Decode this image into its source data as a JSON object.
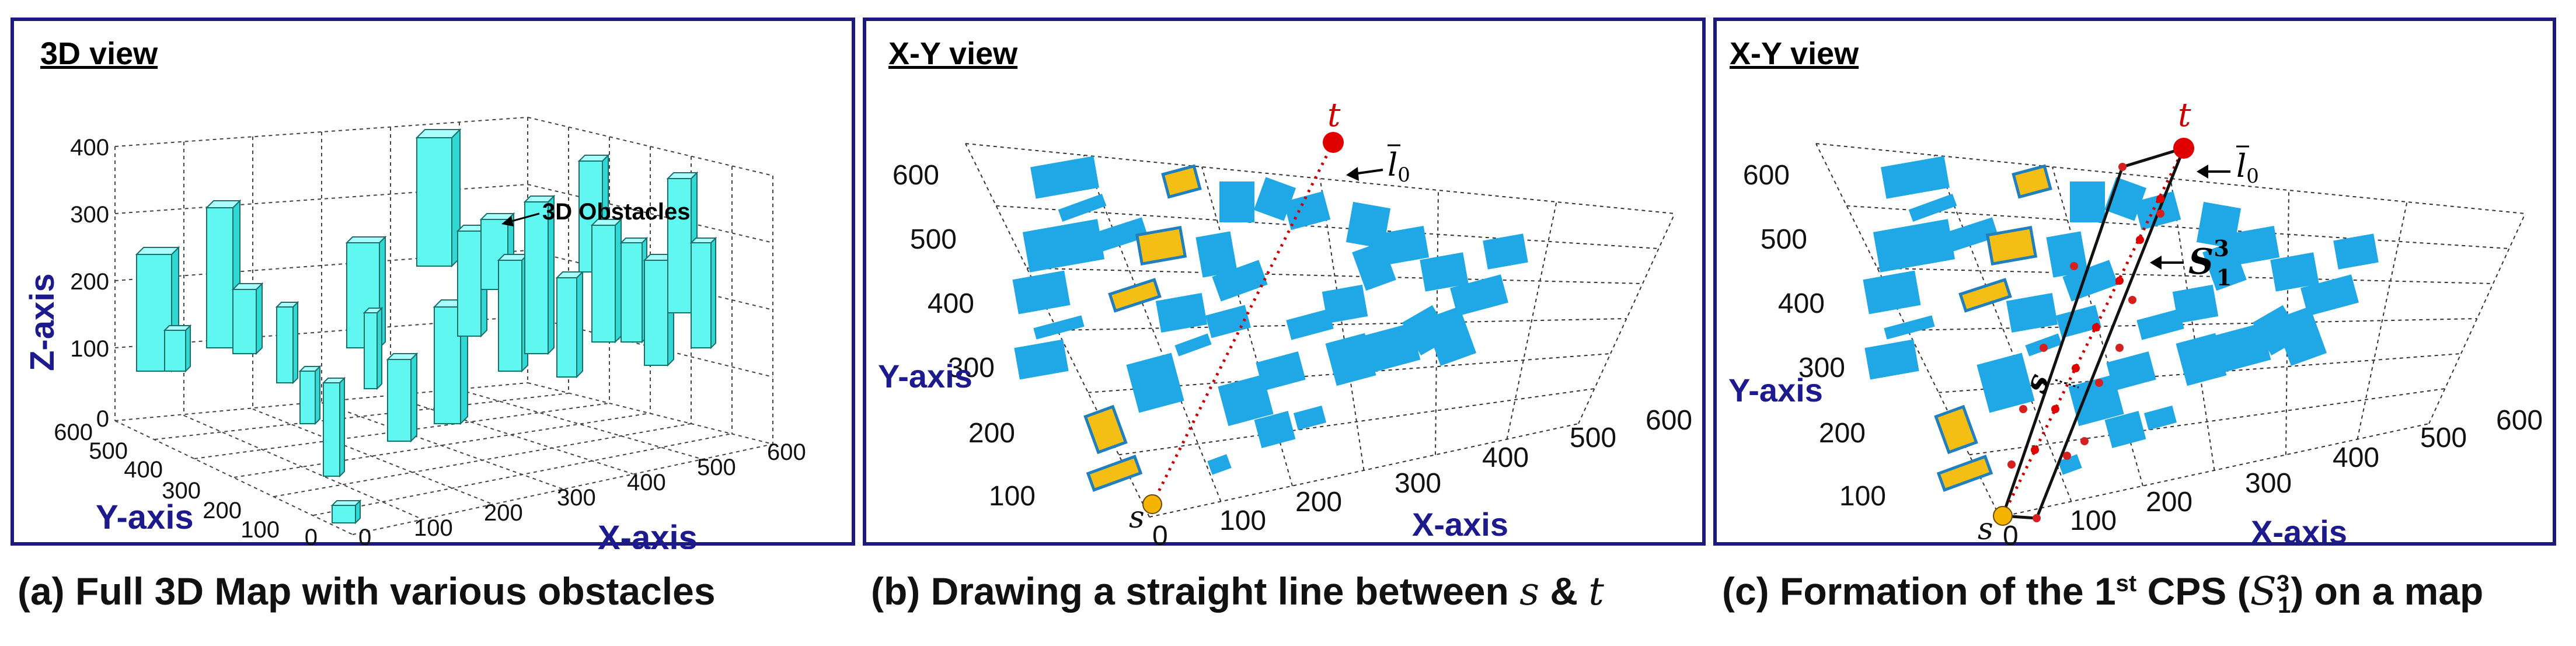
{
  "panels": {
    "a": {
      "title": "3D view",
      "z_axis_label": "Z-axis",
      "y_axis_label": "Y-axis",
      "x_axis_label": "X-axis",
      "z_ticks": [
        "400",
        "300",
        "200",
        "100",
        "0"
      ],
      "y_ticks": [
        "600",
        "500",
        "400",
        "300",
        "200",
        "100",
        "0"
      ],
      "x_ticks": [
        "0",
        "100",
        "200",
        "300",
        "400",
        "500",
        "600"
      ],
      "annotation": "3D Obstacles",
      "caption": "(a) Full 3D Map with various obstacles",
      "colors": {
        "obstacle": "#5ff7f0",
        "obstacle_edge": "#1b6f6b"
      }
    },
    "b": {
      "title": "X-Y view",
      "y_axis_label": "Y-axis",
      "x_axis_label": "X-axis",
      "y_ticks": [
        "600",
        "500",
        "400",
        "300",
        "200",
        "100"
      ],
      "x_ticks": [
        "0",
        "100",
        "200",
        "300",
        "400",
        "500",
        "600"
      ],
      "s_label": "s",
      "t_label": "t",
      "line_label": "l",
      "line_label_sub": "0",
      "caption_pre": "(b) Drawing a straight line between ",
      "caption_s": "s",
      "caption_mid": " & ",
      "caption_t": "t",
      "colors": {
        "obstacle": "#1fa8e5",
        "hit_obstacle": "#f5be14",
        "line": "#cc0000",
        "s_point": "#f5b400",
        "t_point": "#e00000"
      }
    },
    "c": {
      "title": "X-Y view",
      "y_axis_label": "Y-axis",
      "x_axis_label": "X-axis",
      "y_ticks": [
        "600",
        "500",
        "400",
        "300",
        "200",
        "100"
      ],
      "x_ticks": [
        "0",
        "100",
        "200",
        "300",
        "400",
        "500",
        "600"
      ],
      "s_label": "s",
      "t_label": "t",
      "line_label": "l",
      "line_label_sub": "0",
      "cps_label": "S",
      "cps_sup": "3",
      "cps_sub": "1",
      "caption_pre": "(c) Formation of the 1",
      "caption_sup": "st",
      "caption_mid": " CPS (",
      "caption_S": "S",
      "caption_S_sup": "3",
      "caption_S_sub": "1",
      "caption_post": ") on a map",
      "colors": {
        "obstacle": "#1fa8e5",
        "hit_obstacle": "#f5be14",
        "line": "#cc0000",
        "cps": "#111111"
      }
    }
  }
}
